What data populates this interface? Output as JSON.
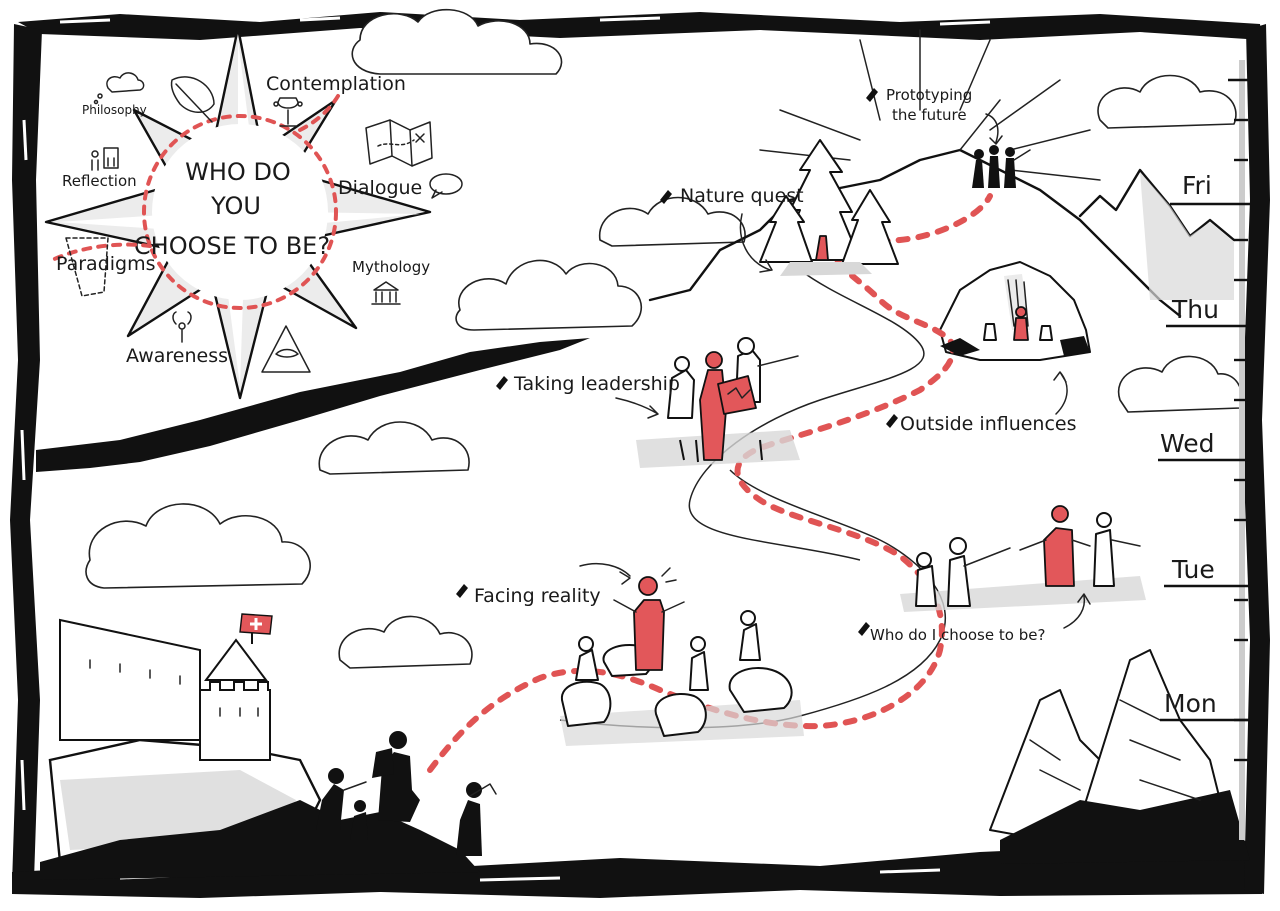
{
  "compass": {
    "line1": "WHO DO",
    "line2": "YOU",
    "line3": "CHOOSE TO BE?"
  },
  "compass_points": {
    "contemplation": "Contemplation",
    "philosophy": "Philosophy",
    "reflection": "Reflection",
    "dialogue": "Dialogue",
    "paradigms": "Paradigms",
    "mythology": "Mythology",
    "awareness": "Awareness"
  },
  "journey": {
    "prototyping_1": "Prototyping",
    "prototyping_2": "the future",
    "nature_quest": "Nature quest",
    "taking_leadership": "Taking leadership",
    "outside_influences": "Outside influences",
    "facing_reality": "Facing reality",
    "who_do_i_choose": "Who do I choose to be?"
  },
  "timeline": {
    "days": [
      "Fri",
      "Thu",
      "Wed",
      "Tue",
      "Mon"
    ]
  },
  "colors": {
    "accent_red": "#e2575a",
    "ink": "#111111",
    "shade": "#d8d8d8"
  },
  "icons": [
    "flag-icon",
    "feather-icon",
    "map-icon",
    "temple-icon",
    "eye-pyramid-icon",
    "chat-bubble-icon",
    "pen-icon"
  ]
}
